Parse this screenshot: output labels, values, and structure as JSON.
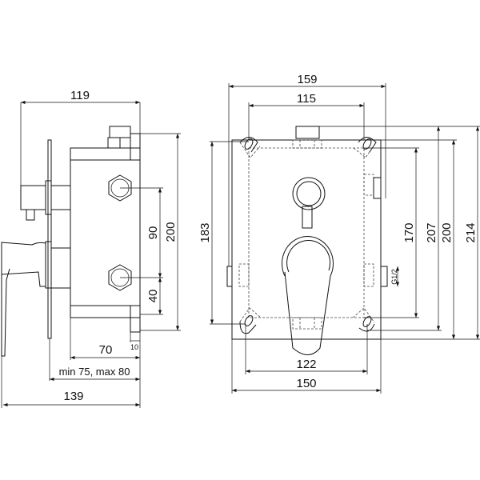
{
  "side_view": {
    "dimensions": {
      "overall_depth_top": "119",
      "height": "200",
      "port_spacing": "90",
      "port_offset": "40",
      "body_depth": "70",
      "flange": "10",
      "install_depth": "min 75, max 80",
      "overall_depth": "139"
    }
  },
  "front_view": {
    "dimensions": {
      "total_width": "159",
      "mount_width_top": "115",
      "mount_width_bottom": "122",
      "box_width": "150",
      "mount_height_left": "183",
      "inner_height": "170",
      "mount_height_right": "207",
      "box_height": "200",
      "total_height": "214"
    },
    "thread_label": "G1/2"
  }
}
